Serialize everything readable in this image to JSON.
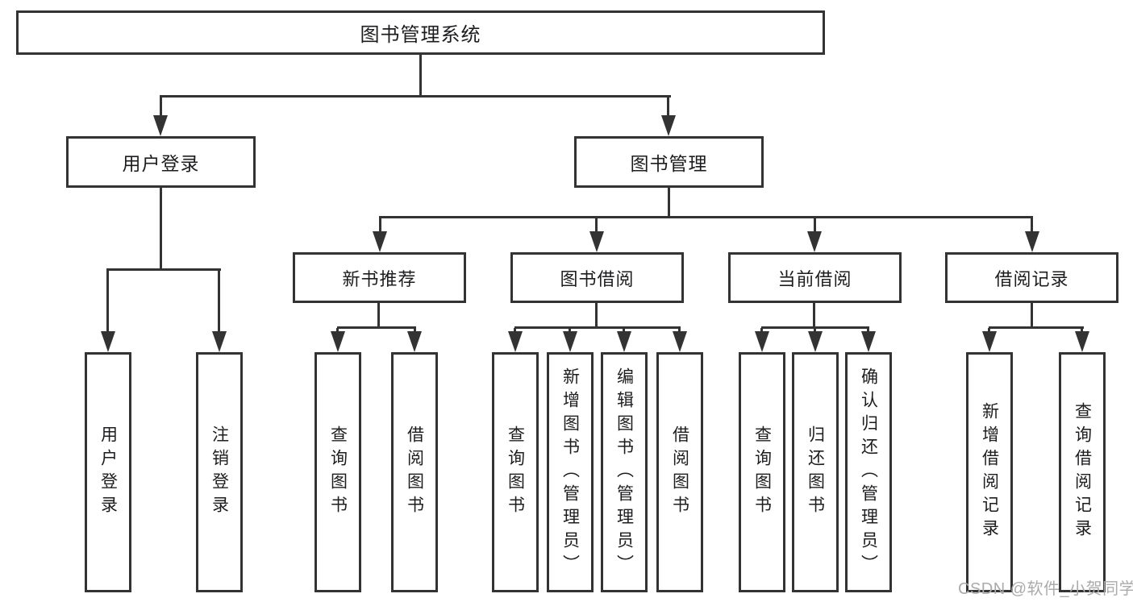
{
  "nodes": {
    "root": "图书管理系统",
    "user_login": "用户登录",
    "book_management": "图书管理",
    "new_book_recommend": "新书推荐",
    "book_borrow": "图书借阅",
    "current_borrow": "当前借阅",
    "borrow_record": "借阅记录",
    "leaf_user_login": "用户登录",
    "leaf_logout": "注销登录",
    "leaf_query_book_new": "查询图书",
    "leaf_borrow_book_new": "借阅图书",
    "leaf_query_book_borrow": "查询图书",
    "leaf_add_book_admin": "新增图书（管理员）",
    "leaf_edit_book_admin": "编辑图书（管理员）",
    "leaf_borrow_book_borrow": "借阅图书",
    "leaf_query_book_current": "查询图书",
    "leaf_return_book": "归还图书",
    "leaf_confirm_return_admin": "确认归还（管理员）",
    "leaf_add_borrow_record": "新增借阅记录",
    "leaf_query_borrow_record": "查询借阅记录"
  },
  "hierarchy": {
    "label": "图书管理系统",
    "children": [
      {
        "label": "用户登录",
        "children": [
          {
            "label": "用户登录"
          },
          {
            "label": "注销登录"
          }
        ]
      },
      {
        "label": "图书管理",
        "children": [
          {
            "label": "新书推荐",
            "children": [
              {
                "label": "查询图书"
              },
              {
                "label": "借阅图书"
              }
            ]
          },
          {
            "label": "图书借阅",
            "children": [
              {
                "label": "查询图书"
              },
              {
                "label": "新增图书（管理员）"
              },
              {
                "label": "编辑图书（管理员）"
              },
              {
                "label": "借阅图书"
              }
            ]
          },
          {
            "label": "当前借阅",
            "children": [
              {
                "label": "查询图书"
              },
              {
                "label": "归还图书"
              },
              {
                "label": "确认归还（管理员）"
              }
            ]
          },
          {
            "label": "借阅记录",
            "children": [
              {
                "label": "新增借阅记录"
              },
              {
                "label": "查询借阅记录"
              }
            ]
          }
        ]
      }
    ]
  },
  "watermark": "CSDN @软件_小贺同学",
  "colors": {
    "line": "#333333",
    "text": "#1d1d1f",
    "background": "#ffffff",
    "watermark": "#ababab"
  }
}
